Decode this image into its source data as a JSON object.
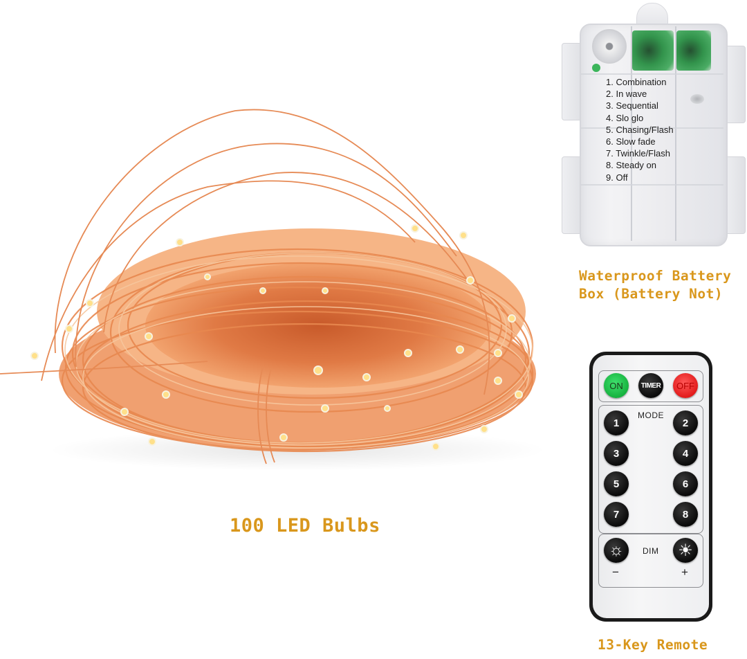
{
  "coil": {
    "caption": "100 LED Bulbs",
    "wire_color": "#e8884f",
    "led_color": "#ffe08a"
  },
  "battery_box": {
    "caption_line1": "Waterproof Battery",
    "caption_line2": "Box (Battery Not)",
    "modes": [
      "1. Combination",
      "2. In wave",
      "3. Sequential",
      "4. Slo glo",
      "5. Chasing/Flash",
      "6. Slow fade",
      "7. Twinkle/Flash",
      "8. Steady on",
      "9. Off"
    ]
  },
  "remote": {
    "caption": "13-Key Remote",
    "top_buttons": {
      "on": "ON",
      "timer": "TIMER",
      "off": "OFF"
    },
    "mode_label": "MODE",
    "mode_buttons": [
      "1",
      "2",
      "3",
      "4",
      "5",
      "6",
      "7",
      "8"
    ],
    "dim_label": "DIM",
    "dim_down_icon": "☼",
    "dim_up_icon": "☀",
    "minus": "−",
    "plus": "+"
  },
  "colors": {
    "caption": "#d9971c",
    "on_button": "#16b23f",
    "off_button": "#e21b1b"
  }
}
